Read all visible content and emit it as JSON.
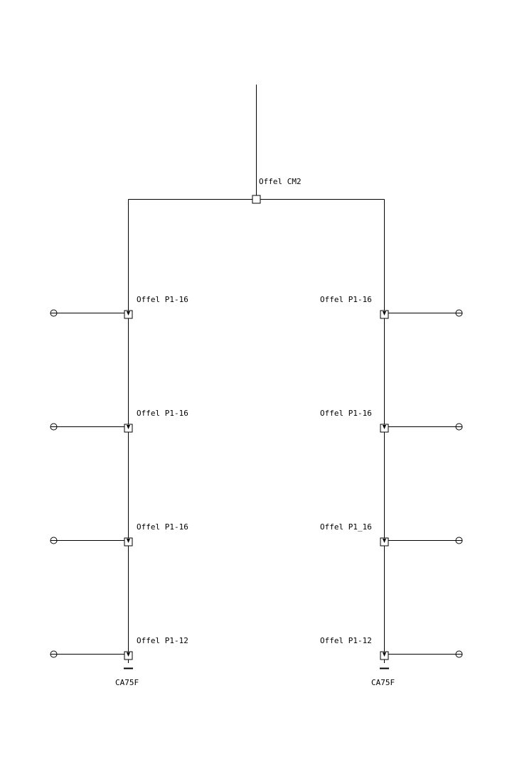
{
  "diagram": {
    "splitter": {
      "label": "Offel CM2"
    },
    "left_branch": {
      "taps": [
        {
          "label": "Offel P1-16"
        },
        {
          "label": "Offel P1-16"
        },
        {
          "label": "Offel P1-16"
        },
        {
          "label": "Offel P1-12"
        }
      ],
      "terminator": {
        "label": "CA75F"
      }
    },
    "right_branch": {
      "taps": [
        {
          "label": "Offel P1-16"
        },
        {
          "label": "Offel P1-16"
        },
        {
          "label": "Offel P1_16"
        },
        {
          "label": "Offel P1-12"
        }
      ],
      "terminator": {
        "label": "CA75F"
      }
    },
    "colors": {
      "line": "#000000",
      "background": "#ffffff"
    }
  }
}
